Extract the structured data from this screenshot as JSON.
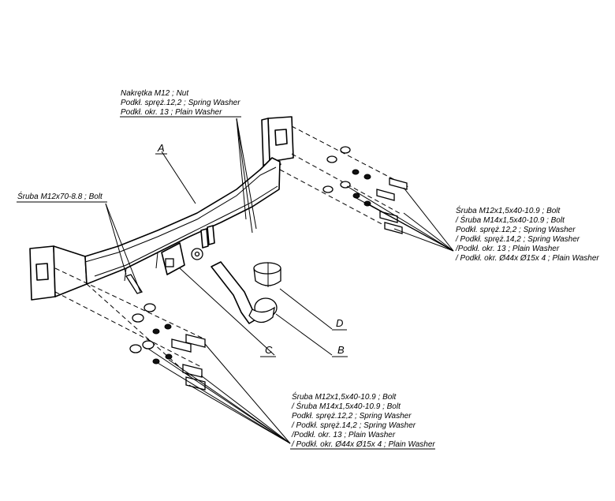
{
  "labels": {
    "top_nut": [
      "Nakrętka  M12 ; Nut",
      "Podkł. spręż.12,2 ; Spring Washer",
      "Podkł. okr. 13 ; Plain Washer"
    ],
    "left_bolt": [
      "Śruba M12x70-8.8 ;  Bolt"
    ],
    "right_group": [
      "Śruba M12x1,5x40-10.9 ;  Bolt",
      "/ Śruba M14x1,5x40-10.9 ;  Bolt",
      "Podkł. spręż.12,2 ; Spring Washer",
      "/ Podkł. spręż.14,2 ; Spring Washer",
      "/Podkł. okr. 13 ; Plain Washer",
      "/ Podkł. okr.  Ø44x Ø15x 4 ; Plain Washer"
    ],
    "bottom_group": [
      "Śruba M12x1,5x40-10.9 ;  Bolt",
      "/ Śruba M14x1,5x40-10.9 ;  Bolt",
      "Podkł. spręż.12,2 ; Spring Washer",
      "/ Podkł. spręż.14,2 ; Spring Washer",
      "/Podkł. okr. 13 ; Plain Washer",
      "/ Podkł. okr.  Ø44x Ø15x 4 ; Plain Washer"
    ]
  },
  "letters": {
    "A": "A",
    "B": "B",
    "C": "C",
    "D": "D"
  }
}
